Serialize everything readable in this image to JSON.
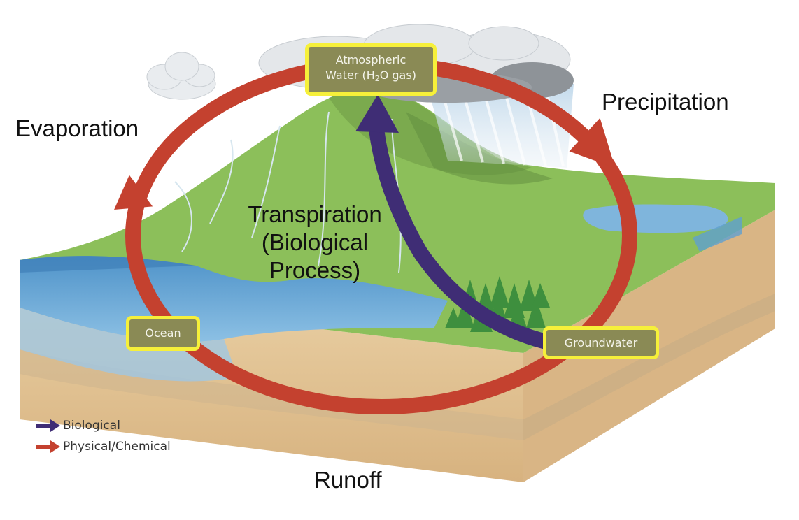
{
  "labels": {
    "evaporation": "Evaporation",
    "precipitation": "Precipitation",
    "transpiration_line1": "Transpiration",
    "transpiration_line2": "(Biological",
    "transpiration_line3": "Process)",
    "runoff": "Runoff"
  },
  "boxes": {
    "atmospheric_line1": "Atmospheric",
    "atmospheric_line2_pre": "Water (H",
    "atmospheric_sub": "2",
    "atmospheric_line2_post": "O gas)",
    "ocean": "Ocean",
    "groundwater": "Groundwater"
  },
  "legend": {
    "biological": "Biological",
    "physical": "Physical/Chemical"
  },
  "colors": {
    "physical_arrow": "#c4412f",
    "biological_arrow": "#3f2d75",
    "box_fill": "#8a8a55",
    "box_border": "#f6f03a",
    "grass": "#8cbf5a",
    "water": "#5b9fd0",
    "soil": "#e6c89a"
  }
}
